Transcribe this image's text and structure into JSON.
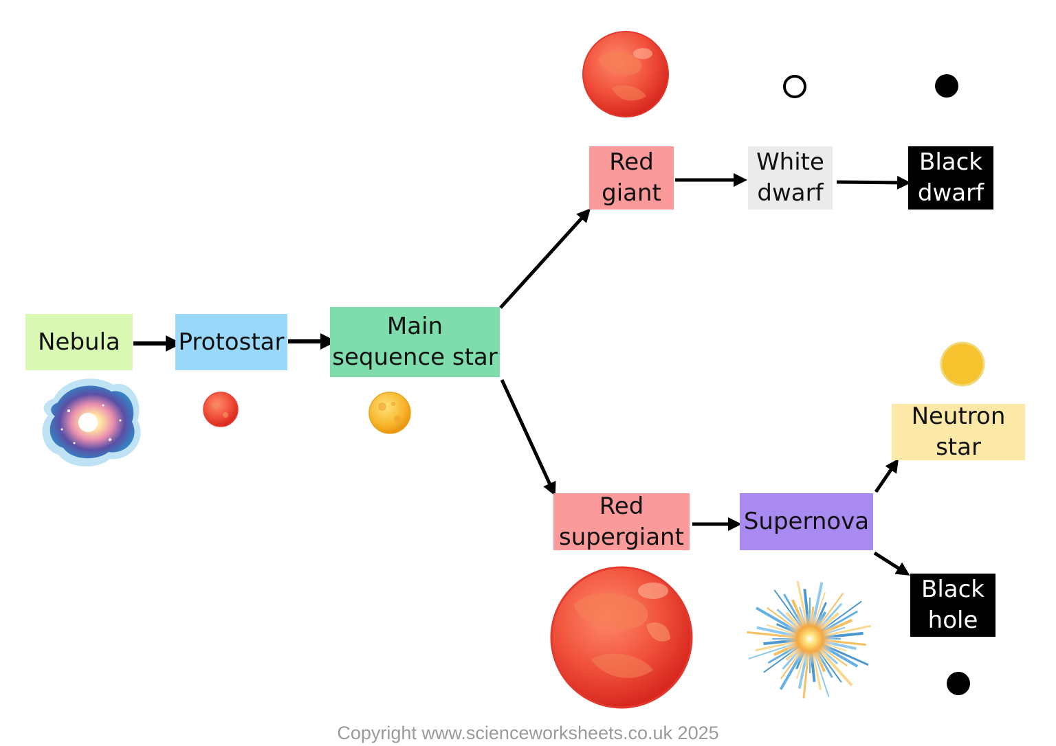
{
  "stages": {
    "nebula": {
      "label": "Nebula",
      "color": "#d9f9b4"
    },
    "protostar": {
      "label": "Protostar",
      "color": "#9ad9fb"
    },
    "main_sequence": {
      "label": "Main\nsequence star",
      "color": "#7fdcad"
    },
    "red_giant": {
      "label": "Red\ngiant",
      "color": "#fb9a9a"
    },
    "white_dwarf": {
      "label": "White\ndwarf",
      "color": "#ebebeb"
    },
    "black_dwarf": {
      "label": "Black\ndwarf",
      "color": "#000000",
      "text_color": "#ffffff"
    },
    "red_supergiant": {
      "label": "Red\nsupergiant",
      "color": "#fb9a9a"
    },
    "supernova": {
      "label": "Supernova",
      "color": "#a98af0"
    },
    "neutron_star": {
      "label": "Neutron\nstar",
      "color": "#fde9a7"
    },
    "black_hole": {
      "label": "Black\nhole",
      "color": "#000000",
      "text_color": "#ffffff"
    }
  },
  "icons": {
    "nebula": "nebula-cloud-icon",
    "protostar": "small-red-star-icon",
    "main_sequence": "yellow-star-icon",
    "red_giant": "red-giant-planet-icon",
    "white_dwarf": "hollow-circle-icon",
    "black_dwarf": "black-dot-icon",
    "red_supergiant": "large-red-star-icon",
    "supernova": "explosion-burst-icon",
    "neutron_star": "yellow-dot-icon",
    "black_hole": "black-dot-icon"
  },
  "footer": {
    "copyright": "Copyright www.scienceworksheets.co.uk 2025"
  }
}
